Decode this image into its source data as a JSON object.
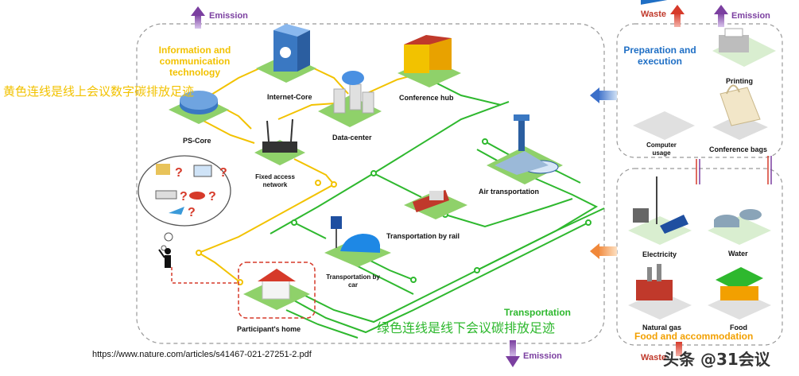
{
  "labels": {
    "emission": "Emission",
    "waste": "Waste",
    "ict": "Information and communication technology",
    "preparation": "Preparation and execution",
    "transportation": "Transportation",
    "food_accommodation": "Food and accommodation",
    "ps_core": "PS-Core",
    "internet_core": "Internet-Core",
    "data_center": "Data-center",
    "conference_hub": "Conference hub",
    "fixed_access": "Fixed access network",
    "air_transport": "Air transportation",
    "rail_transport": "Transportation by rail",
    "car_transport": "Transportation by car",
    "participant_home": "Participant's home",
    "printing": "Printing",
    "computer_usage": "Computer usage",
    "conference_bags": "Conference bags",
    "electricity": "Electricity",
    "water": "Water",
    "natural_gas": "Natural gas",
    "food": "Food"
  },
  "annotations": {
    "yellow_line_note": "黄色连线是线上会议数字碳排放足迹",
    "green_line_note": "绿色连线是线下会议碳排放足迹",
    "source_url": "https://www.nature.com/articles/s41467-021-27251-2.pdf",
    "watermark": "头条 @31会议"
  },
  "colors": {
    "yellow_line": "#f2c200",
    "green_line": "#2eb82e",
    "emission_arrow": "#8e44ad",
    "waste_arrow": "#d63a2a",
    "ict_title": "#f2c200",
    "prep_title": "#1f6fc5",
    "transport_title": "#2eb82e",
    "food_title": "#f2a000"
  }
}
